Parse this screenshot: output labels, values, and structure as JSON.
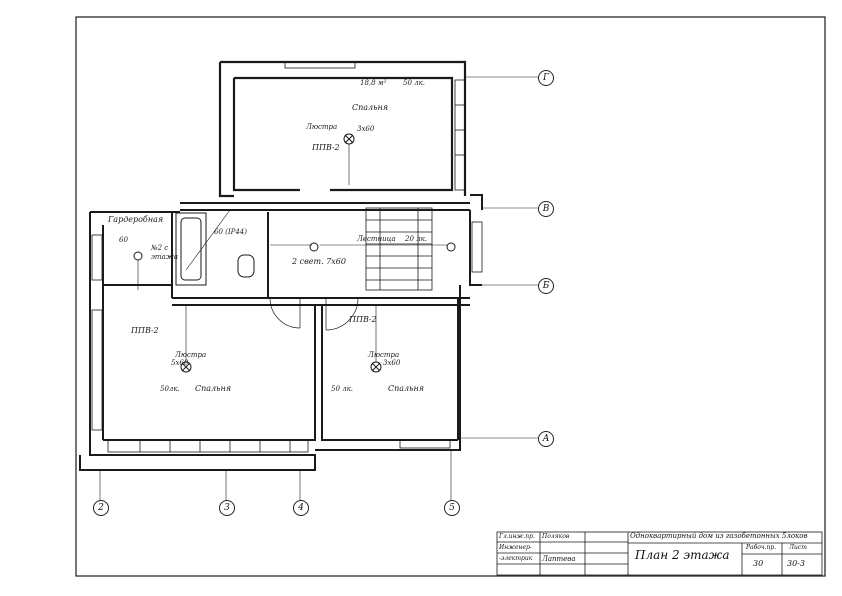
{
  "rooms": {
    "bedroom_top": {
      "name": "Спальня",
      "area": "18,8 м²",
      "lux": "50 лк.",
      "wiring": "ППВ-2",
      "fixture": "Люстра",
      "fixture_rating": "3х60"
    },
    "wardrobe": {
      "name": "Гардеробная",
      "lux": "60",
      "panel": "№2 с",
      "panel_floor": "этажа"
    },
    "bathroom": {
      "lamp": "60 (IP44)"
    },
    "corridor": {
      "lamp": "2 свет. 7х60"
    },
    "stair": {
      "name": "Лестница",
      "lux": "20 лк."
    },
    "bedroom_left": {
      "name": "Спальня",
      "lux": "50лк.",
      "wiring": "ППВ-2",
      "fixture": "Люстра",
      "fixture_rating": "5х60"
    },
    "bedroom_right": {
      "name": "Спальня",
      "lux": "50 лк.",
      "wiring": "ППВ-2",
      "fixture": "Люстра",
      "fixture_rating": "3х60"
    }
  },
  "axes": {
    "letters": [
      "Г",
      "В",
      "Б",
      "А"
    ],
    "numbers": [
      "2",
      "3",
      "4",
      "5"
    ]
  },
  "title_block": {
    "role_1": "Гл.инж.пр.",
    "name_1": "Поляков",
    "role_2": "Инженер-",
    "role_3": "-электрик",
    "name_3": "Лаптева",
    "project": "Одноквартирный дом из газобетонных 5локов",
    "sheet_title": "План 2 этажа",
    "stage_label": "Рабоч.пр.",
    "sheet_label": "Лист",
    "stage_value": "30",
    "sheet_value": "30-3"
  },
  "colors": {
    "ink": "#1a1a1a",
    "paper": "#ffffff"
  }
}
